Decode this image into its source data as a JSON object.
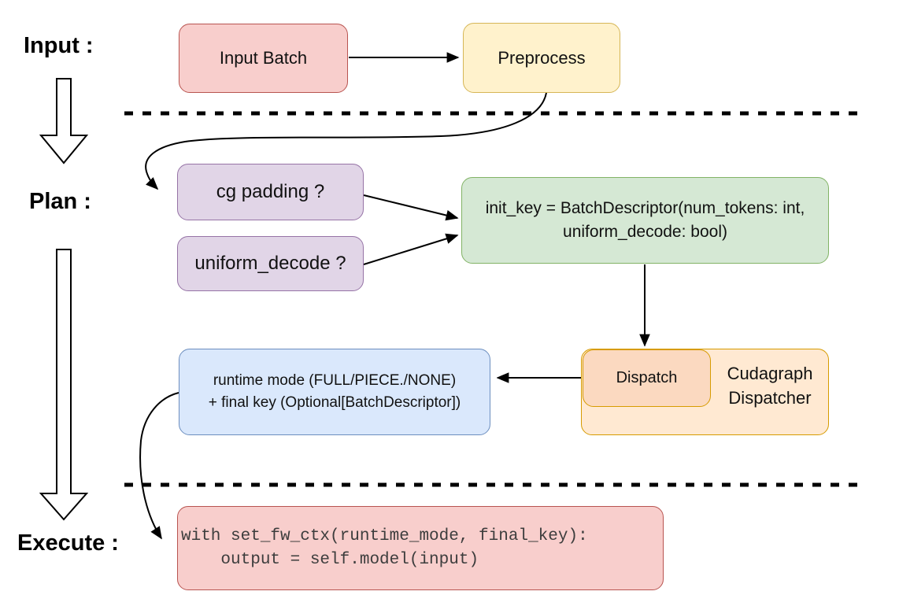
{
  "stages": {
    "input": "Input :",
    "plan": "Plan :",
    "execute": "Execute :"
  },
  "nodes": {
    "input_batch": {
      "label": "Input Batch",
      "fill": "#f8cecc",
      "border": "#b85450"
    },
    "preprocess": {
      "label": "Preprocess",
      "fill": "#fff2cc",
      "border": "#d6b656"
    },
    "cg_padding": {
      "label": "cg padding ?",
      "fill": "#e1d5e7",
      "border": "#9673a6"
    },
    "uniform_decode": {
      "label": "uniform_decode ?",
      "fill": "#e1d5e7",
      "border": "#9673a6"
    },
    "init_key": {
      "lines": [
        "init_key = BatchDescriptor(num_tokens: int,",
        "uniform_decode: bool)"
      ],
      "fill": "#d5e8d4",
      "border": "#82b366"
    },
    "dispatch": {
      "label": "Dispatch",
      "fill": "#fbd9c0",
      "border": "#d79b00"
    },
    "cudagraph_dispatcher": {
      "lines": [
        "Cudagraph",
        "Dispatcher"
      ],
      "fill": "#ffe9d2",
      "border": "#d79b00"
    },
    "runtime_mode": {
      "lines": [
        "runtime mode (FULL/PIECE./NONE)",
        "+ final key (Optional[BatchDescriptor])"
      ],
      "fill": "#dae8fc",
      "border": "#6c8ebf"
    },
    "execute_code": {
      "lines": [
        "with set_fw_ctx(runtime_mode, final_key):",
        "    output = self.model(input)"
      ],
      "fill": "#f8cecc",
      "border": "#b85450"
    }
  },
  "connector_color": "#000000"
}
